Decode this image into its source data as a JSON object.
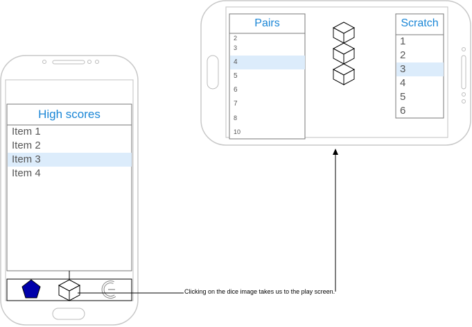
{
  "portrait_phone": {
    "list": {
      "title": "High scores",
      "items": [
        "Item 1",
        "Item 2",
        "Item 3",
        "Item 4"
      ],
      "selected_index": 2
    },
    "toolbar": {
      "icons": [
        "pentagon-icon",
        "dice-icon",
        "restart-icon"
      ]
    }
  },
  "landscape_phone": {
    "pairs_list": {
      "title": "Pairs",
      "items": [
        "2",
        "3",
        "4",
        "5",
        "6",
        "7",
        "8",
        "10"
      ],
      "selected_index": 2
    },
    "dice_stack": {
      "count": 3,
      "icon": "dice-icon"
    },
    "scratch_list": {
      "title": "Scratch",
      "items": [
        "1",
        "2",
        "3",
        "4",
        "5",
        "6"
      ],
      "selected_index": 2
    }
  },
  "annotation": {
    "caption": "Clicking on the dice image takes us to the play screen."
  },
  "colors": {
    "title_blue": "#1a86d6",
    "selection": "#dcecfb",
    "pentagon_fill": "#0000aa",
    "outline": "#666666"
  }
}
